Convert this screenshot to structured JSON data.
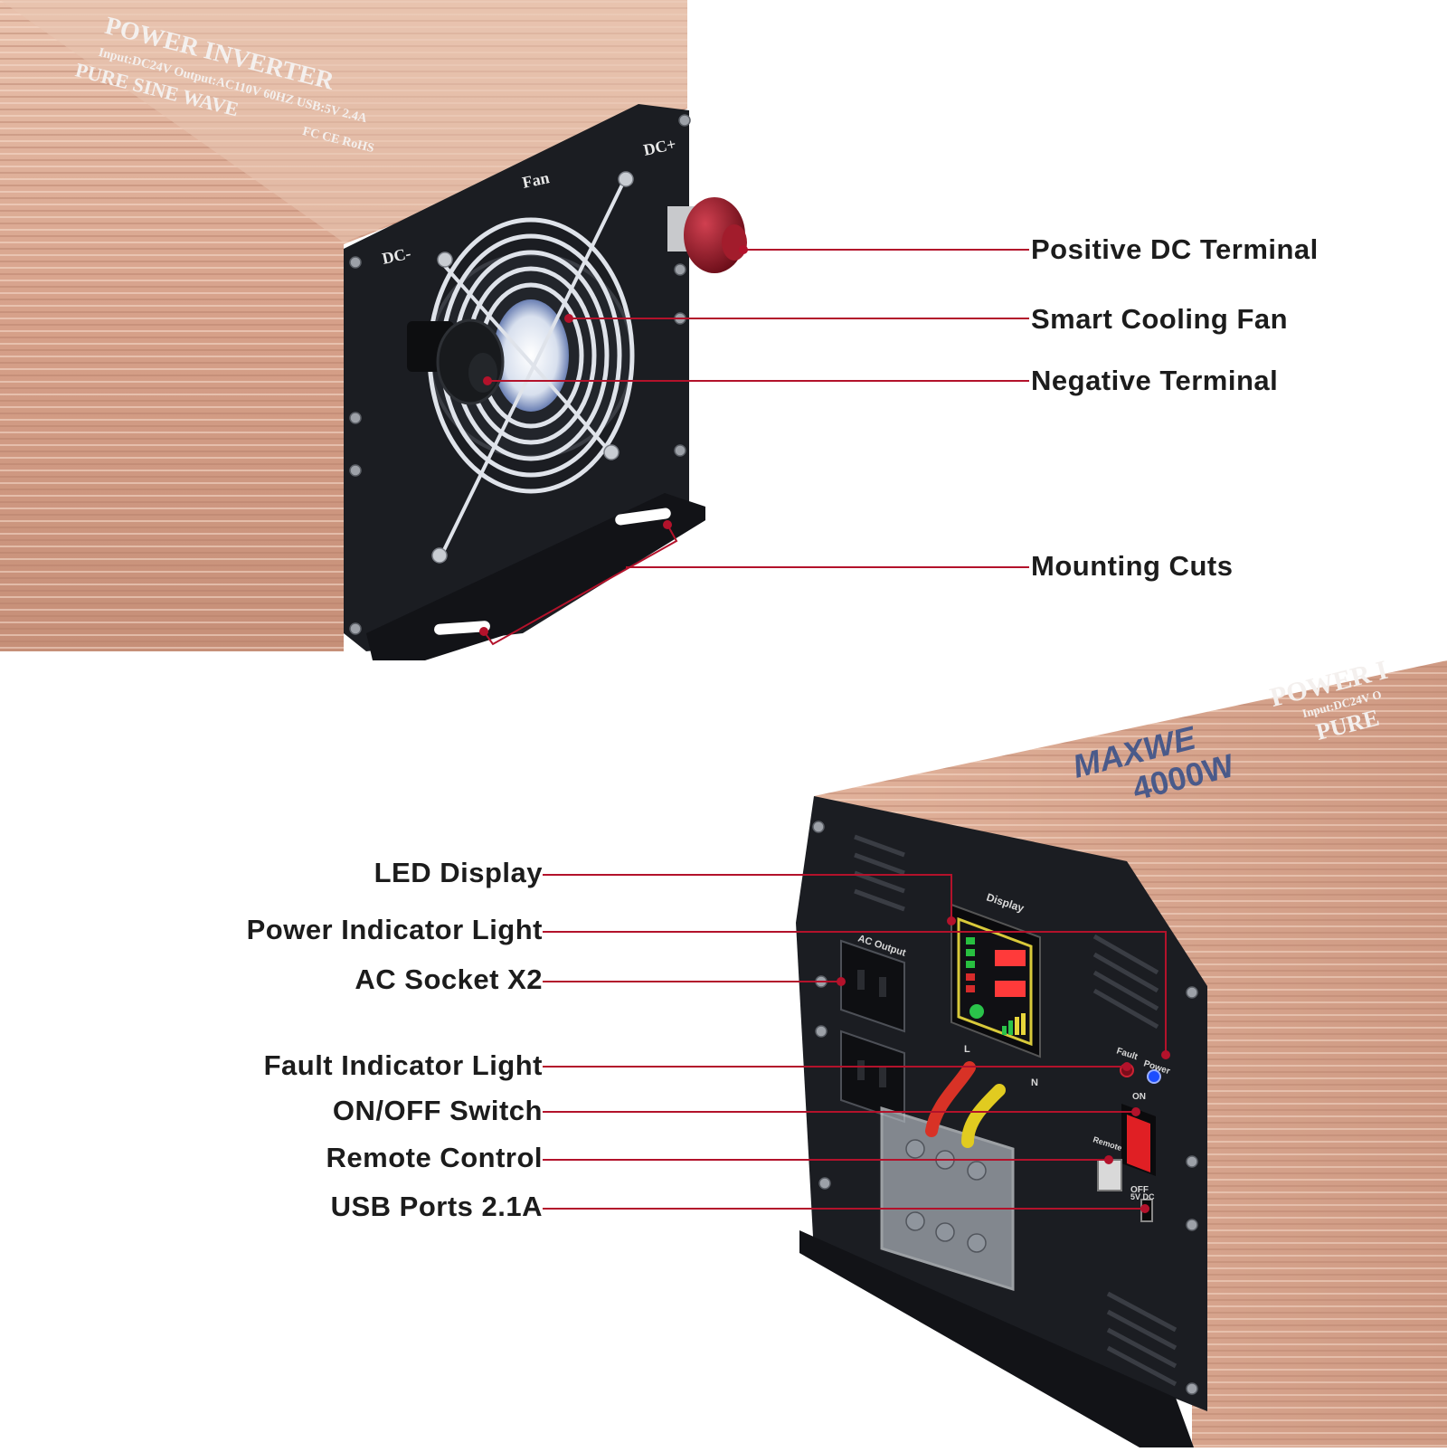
{
  "colors": {
    "leader_line": "#b3122b",
    "housing": "#d9a58e",
    "panel": "#1b1d22",
    "label_text": "#1c1c1c",
    "terminal_red": "#8c1626",
    "brand_blue": "#4a5a8a"
  },
  "unit_top": {
    "printed_title": "POWER INVERTER",
    "printed_specs": "Input:DC24V Output:AC110V 60HZ USB:5V 2.4A",
    "printed_subtitle": "PURE SINE WAVE",
    "printed_certs": "FC CE RoHS",
    "panel_labels": {
      "dc_plus": "DC+",
      "dc_minus": "DC-",
      "fan": "Fan"
    }
  },
  "unit_bottom": {
    "brand": "MAXWE",
    "wattage": "4000W",
    "printed_title": "POWER I",
    "printed_specs": "Input:DC24V O",
    "printed_subtitle": "PURE",
    "panel_labels": {
      "display": "Display",
      "ac_output": "AC Output",
      "fault": "Fault",
      "power": "Power",
      "on": "ON",
      "off": "OFF",
      "remote": "Remote",
      "usb": "5V DC",
      "live": "L",
      "neutral": "N"
    }
  },
  "callouts_top": [
    {
      "id": "positive-dc-terminal",
      "text": "Positive DC Terminal"
    },
    {
      "id": "smart-cooling-fan",
      "text": "Smart Cooling Fan"
    },
    {
      "id": "negative-terminal",
      "text": "Negative Terminal"
    },
    {
      "id": "mounting-cuts",
      "text": "Mounting Cuts"
    }
  ],
  "callouts_bottom": [
    {
      "id": "led-display",
      "text": "LED Display"
    },
    {
      "id": "power-indicator-light",
      "text": "Power Indicator Light"
    },
    {
      "id": "ac-socket-x2",
      "text": "AC Socket X2"
    },
    {
      "id": "fault-indicator-light",
      "text": "Fault Indicator Light"
    },
    {
      "id": "on-off-switch",
      "text": "ON/OFF Switch"
    },
    {
      "id": "remote-control",
      "text": "Remote Control"
    },
    {
      "id": "usb-ports",
      "text": "USB Ports 2.1A"
    }
  ]
}
